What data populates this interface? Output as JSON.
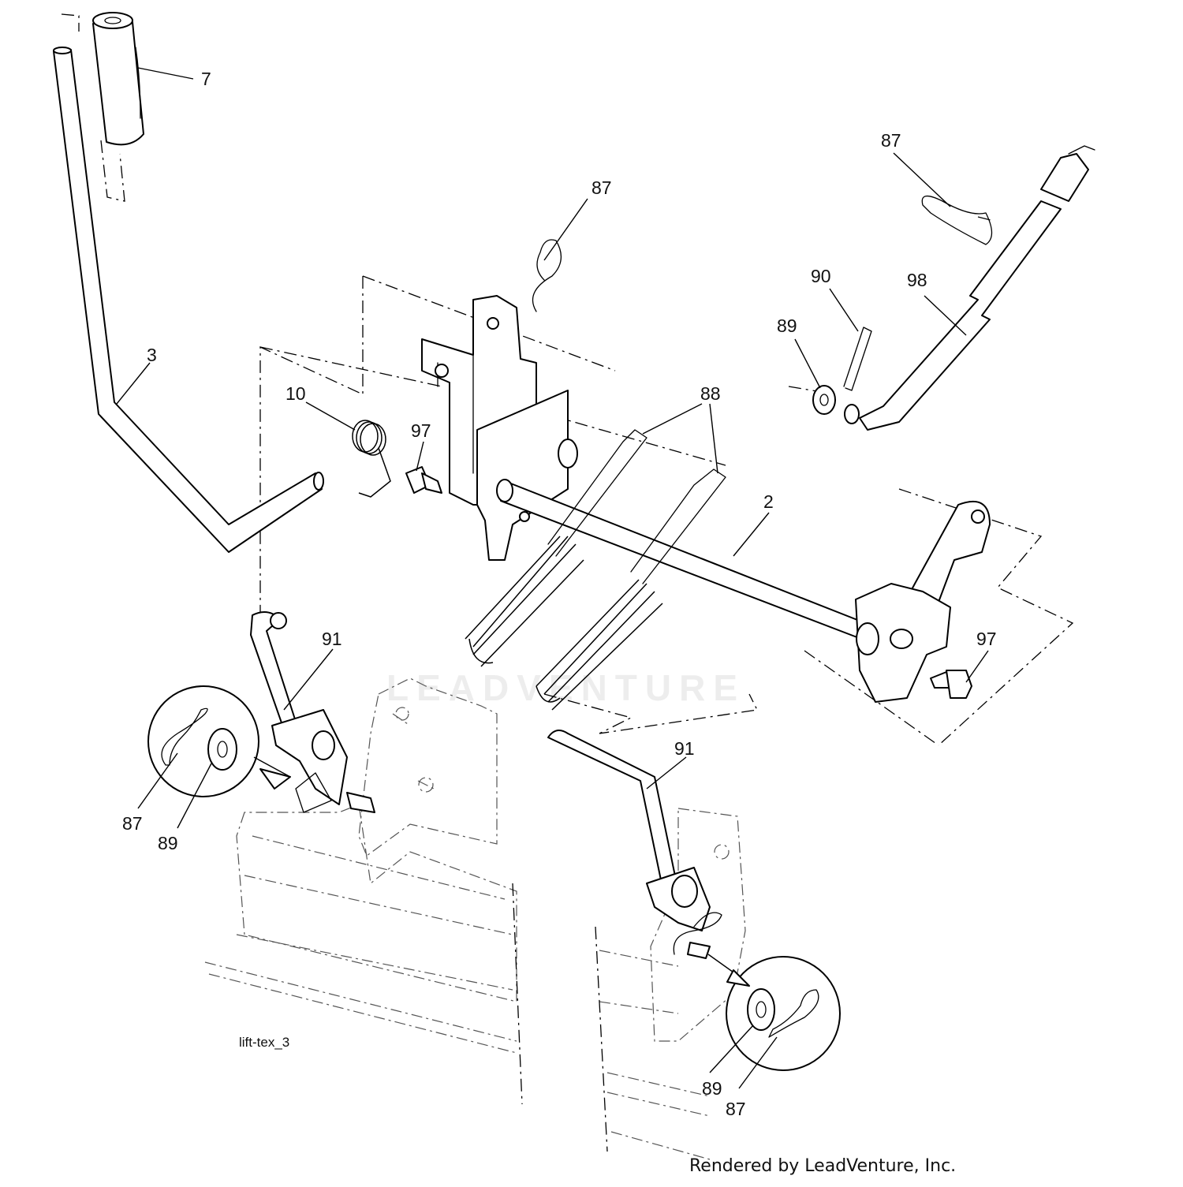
{
  "diagram": {
    "figure_label": "lift-tex_3",
    "watermark": "LEADVENTURE",
    "footer": "Rendered by LeadVenture, Inc.",
    "callouts": [
      {
        "id": "c7",
        "label": "7"
      },
      {
        "id": "c3",
        "label": "3"
      },
      {
        "id": "c10",
        "label": "10"
      },
      {
        "id": "c97a",
        "label": "97"
      },
      {
        "id": "c87a",
        "label": "87"
      },
      {
        "id": "c87b",
        "label": "87"
      },
      {
        "id": "c90",
        "label": "90"
      },
      {
        "id": "c98",
        "label": "98"
      },
      {
        "id": "c89a",
        "label": "89"
      },
      {
        "id": "c88",
        "label": "88"
      },
      {
        "id": "c2",
        "label": "2"
      },
      {
        "id": "c97b",
        "label": "97"
      },
      {
        "id": "c91a",
        "label": "91"
      },
      {
        "id": "c87c",
        "label": "87"
      },
      {
        "id": "c89b",
        "label": "89"
      },
      {
        "id": "c91b",
        "label": "91"
      },
      {
        "id": "c89c",
        "label": "89"
      },
      {
        "id": "c87d",
        "label": "87"
      }
    ]
  }
}
